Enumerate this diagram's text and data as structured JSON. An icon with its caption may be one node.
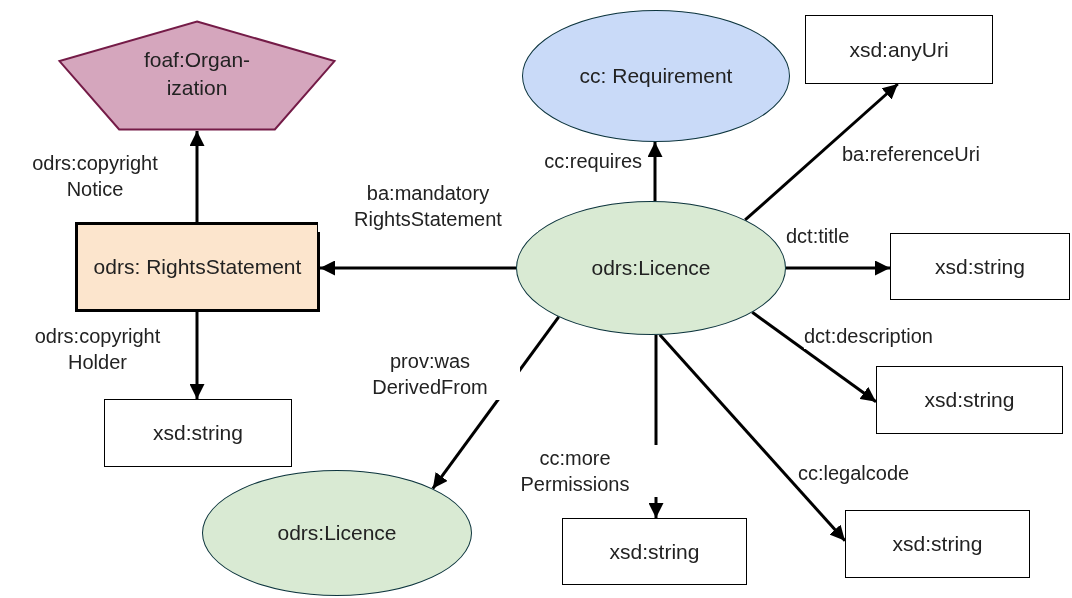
{
  "diagram": {
    "nodes": [
      {
        "text": [
          "foaf:Organ- ization"
        ]
      },
      {
        "text": [
          "cc: Requirement"
        ]
      },
      {
        "text": [
          "xsd:anyUri"
        ]
      },
      {
        "text": [
          "odrs: RightsStatement"
        ]
      },
      {
        "text": [
          "odrs:Licence"
        ]
      },
      {
        "text": [
          "xsd:string"
        ]
      },
      {
        "text": [
          "xsd:string"
        ]
      },
      {
        "text": [
          "xsd:string"
        ]
      },
      {
        "text": [
          "odrs:Licence"
        ]
      },
      {
        "text": [
          "xsd:string"
        ]
      },
      {
        "text": [
          "xsd:string"
        ]
      }
    ],
    "edges": [
      {
        "from": 3,
        "to": 0,
        "arrow": "to",
        "label": "odrs:copyright Notice"
      },
      {
        "from": 4,
        "to": 1,
        "arrow": "to",
        "label": "cc:requires"
      },
      {
        "from": 4,
        "to": 2,
        "arrow": "to",
        "label": "ba:referenceUri"
      },
      {
        "from": 4,
        "to": 3,
        "arrow": "to",
        "label": "ba:mandatory RightsStatement"
      },
      {
        "from": 4,
        "to": 5,
        "arrow": "to",
        "label": "dct:title"
      },
      {
        "from": 4,
        "to": 6,
        "arrow": "to",
        "label": "dct:description"
      },
      {
        "from": 3,
        "to": 7,
        "arrow": "to",
        "label": "odrs:copyright Holder"
      },
      {
        "from": 4,
        "to": 8,
        "arrow": "to",
        "label": "prov:was DerivedFrom"
      },
      {
        "from": 4,
        "to": 9,
        "arrow": "to",
        "label": "cc:more Permissions"
      },
      {
        "from": 4,
        "to": 10,
        "arrow": "to",
        "label": "cc:legalcode"
      }
    ]
  }
}
